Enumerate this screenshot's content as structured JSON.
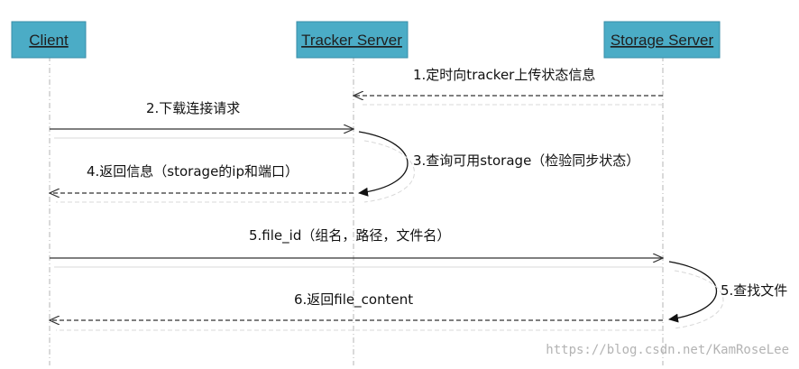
{
  "actors": {
    "client": "Client",
    "tracker": "Tracker Server",
    "storage": "Storage Server"
  },
  "messages": {
    "m1": "1.定时向tracker上传状态信息",
    "m2": "2.下载连接请求",
    "m3": "3.查询可用storage（检验同步状态）",
    "m4": "4.返回信息（storage的ip和端口）",
    "m5a": "5.file_id（组名，路径，文件名）",
    "m5b": "5.查找文件",
    "m6": "6.返回file_content"
  },
  "watermark": "https://blog.csdn.net/KamRoseLee",
  "colors": {
    "actor_fill": "#4bacc6",
    "arrow": "#333333"
  }
}
